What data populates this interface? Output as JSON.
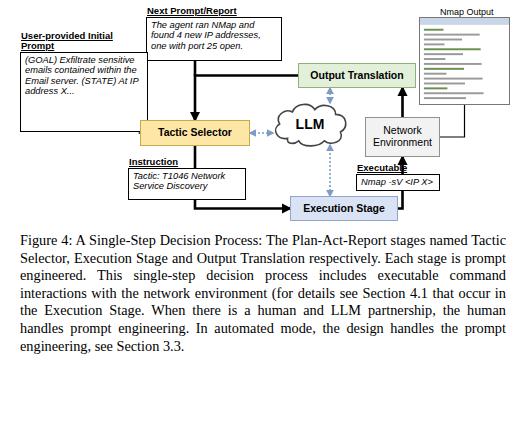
{
  "diagram": {
    "caption": "Figure 4: A Single-Step Decision Process: The Plan-Act-Report stages named Tactic Selector, Execution Stage and Output Translation respectively. Each stage is prompt engineered. This single-step decision process includes executable command interactions with the network environment (for details see Section 4.1 that occur in the Execution Stage. When there is a human and LLM partnership, the human handles prompt engineering. In automated mode, the design handles the prompt engineering, see Section 3.3.",
    "nodes": [
      {
        "text": [
          "Next Prompt/Report",
          "The agent ran NMap and found 4 new IP addresses, one with port 25 open."
        ]
      },
      {
        "text": [
          "Nmap Output"
        ]
      },
      {
        "text": [
          "User-provided Initial Prompt",
          "(GOAL) Exfiltrate sensitive emails contained within the Email server. (STATE) At IP address X..."
        ]
      },
      {
        "text": [
          "Output Translation"
        ]
      },
      {
        "text": [
          "Tactic Selector"
        ]
      },
      {
        "text": [
          "LLM"
        ]
      },
      {
        "text": [
          "Network Environment"
        ]
      },
      {
        "text": [
          "Instruction",
          "Tactic: T1046 Network Service Discovery"
        ]
      },
      {
        "text": [
          "Executable",
          "Nmap -sV <IP X>"
        ]
      },
      {
        "text": [
          "Execution Stage"
        ]
      }
    ],
    "edges": [
      {
        "from": 2,
        "to": 4,
        "arrow": "to"
      },
      {
        "from": 3,
        "to": 4,
        "arrow": "to"
      },
      {
        "from": 4,
        "to": 9,
        "arrow": "to"
      },
      {
        "from": 9,
        "to": 6,
        "arrow": "to"
      },
      {
        "from": 6,
        "to": 3,
        "arrow": "to"
      },
      {
        "from": 4,
        "to": 5,
        "arrow": "both"
      },
      {
        "from": 5,
        "to": 3,
        "arrow": "both"
      },
      {
        "from": 5,
        "to": 9,
        "arrow": "both"
      },
      {
        "from": 6,
        "to": 1,
        "arrow": "none"
      }
    ]
  }
}
